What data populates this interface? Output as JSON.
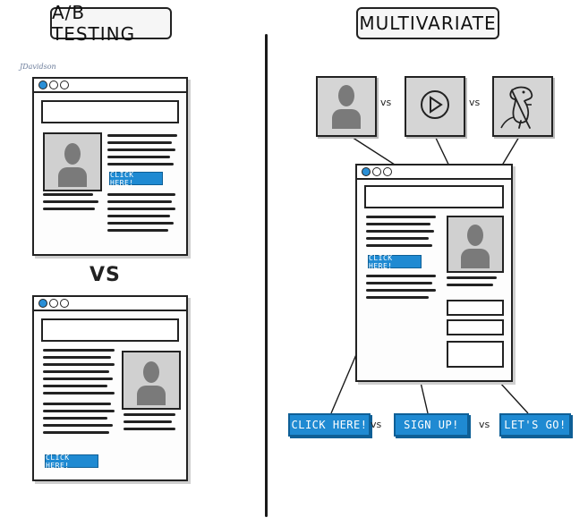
{
  "titles": {
    "left": "A/B TESTING",
    "right": "MULTIVARIATE"
  },
  "left": {
    "vs_label": "VS",
    "cta_a": "CLICK HERE!",
    "cta_b": "CLICK HERE!"
  },
  "right": {
    "variant_vs_1": "vs",
    "variant_vs_2": "vs",
    "page_cta": "CLICK HERE!",
    "options": [
      "CLICK HERE!",
      "SIGN UP!",
      "LET'S GO!"
    ],
    "option_vs_1": "vs",
    "option_vs_2": "vs"
  },
  "signature": "JDavidson",
  "colors": {
    "accent": "#1f8ad2",
    "ink": "#222222",
    "placeholder": "#7a7a7a"
  },
  "icons": [
    "person-silhouette-icon",
    "play-button-icon",
    "dinosaur-icon"
  ]
}
